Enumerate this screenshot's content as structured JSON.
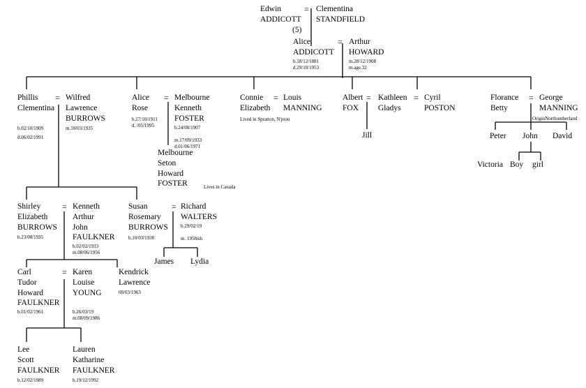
{
  "edwin": [
    "Edwin",
    "ADDICOTT"
  ],
  "edwin_count": "(5)",
  "clementina": [
    "Clementina",
    "STANDFIELD"
  ],
  "alice": [
    "Alice",
    "ADDICOTT"
  ],
  "alice_dates": [
    "b.18/12/1881",
    "d.29/10/1953"
  ],
  "arthur": [
    "Arthur",
    "HOWARD"
  ],
  "arthur_dates": [
    "m.28/12/1908",
    "m.age.32"
  ],
  "eq": "=",
  "phillis": [
    "Phillis",
    "Clementina"
  ],
  "phillis_dates": [
    "b.02/10/1909",
    "d.06/02/1991"
  ],
  "wilfred": [
    "Wilfred",
    "Lawrence",
    "BURROWS"
  ],
  "wilfred_dates": [
    "m.10/03/1935"
  ],
  "alice_rose": [
    "Alice",
    "Rose"
  ],
  "alice_rose_dates": [
    "b.27/10/1911",
    "d.  /05/1995"
  ],
  "melbourne": [
    "Melbourne",
    "Kenneth",
    "FOSTER"
  ],
  "melbourne_dates": [
    "b.24/08/1907",
    "",
    "m.17/09/1933",
    "d.01/06/1971"
  ],
  "melbourne_jr": [
    "Melbourne",
    "Seton",
    "Howard",
    "FOSTER"
  ],
  "melbourne_jr_note": "Lives in Canada",
  "connie": [
    "Connie",
    "Elizabeth"
  ],
  "connie_note": "Lived in Spratton, N'pton",
  "louis": [
    "Louis",
    "MANNING"
  ],
  "albert": [
    "Albert",
    "FOX"
  ],
  "kathleen": [
    "Kathleen",
    "Gladys"
  ],
  "cyril": [
    "Cyril",
    "POSTON"
  ],
  "jill": "Jill",
  "florance": [
    "Florance",
    "Betty"
  ],
  "george": [
    "George",
    "MANNING"
  ],
  "george_note": "OriginNorthumberland",
  "peter": "Peter",
  "john": "John",
  "david": "David",
  "victoria": "Victoria",
  "boy": "Boy",
  "girl": "girl",
  "shirley": [
    "Shirley",
    "Elizabeth",
    "BURROWS"
  ],
  "shirley_dates": [
    "b.23/08/1935"
  ],
  "kenneth": [
    "Kenneth",
    "Arthur",
    "John",
    "FAULKNER"
  ],
  "kenneth_dates": [
    "b.02/02/1933",
    "m.08/06/1956"
  ],
  "susan": [
    "Susan",
    "Rosemary",
    "BURROWS"
  ],
  "susan_dates": [
    "b.10/03/1938"
  ],
  "richard": [
    "Richard",
    "WALTERS"
  ],
  "richard_dates": [
    "b.29/02/19",
    "",
    "m. 1958ish"
  ],
  "james": "James",
  "lydia": "Lydia",
  "carl": [
    "Carl",
    "Tudor",
    "Howard",
    "FAULKNER"
  ],
  "carl_dates": [
    "b.01/02/1961"
  ],
  "karen": [
    "Karen",
    "Louise",
    "YOUNG"
  ],
  "karen_dates": [
    "b.26/03/19",
    "m.08/09/1986"
  ],
  "kendrick": [
    "Kendrick",
    "Lawrence"
  ],
  "kendrick_dates": [
    "08/03/1963"
  ],
  "lee": [
    "Lee",
    "Scott",
    "FAULKNER"
  ],
  "lee_dates": [
    "b.12/02/1989"
  ],
  "lauren": [
    "Lauren",
    "Katharine",
    "FAULKNER"
  ],
  "lauren_dates": [
    "b.19/12/1992"
  ]
}
